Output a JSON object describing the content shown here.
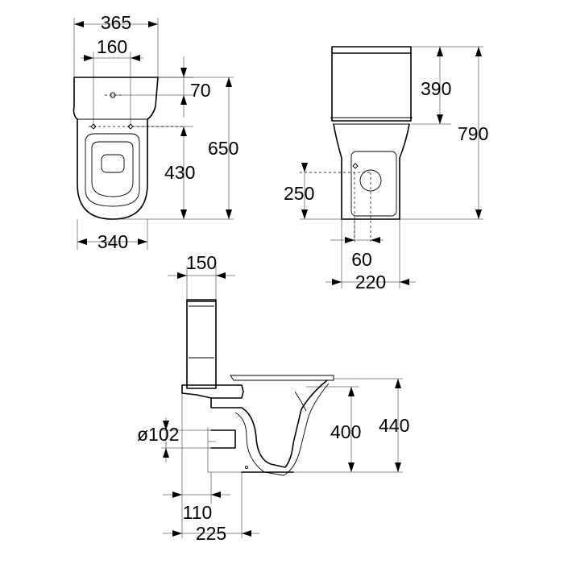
{
  "colors": {
    "line": "#000000",
    "background": "#ffffff"
  },
  "top_view": {
    "dims": {
      "overall_width": "365",
      "bolt_spacing": "160",
      "rear_offset": "70",
      "overall_depth": "650",
      "bolt_to_front": "430",
      "bottom_width": "340"
    }
  },
  "front_view": {
    "dims": {
      "cistern_height": "390",
      "overall_height": "790",
      "inlet_height": "250",
      "inlet_offset": "60",
      "base_width": "220"
    }
  },
  "side_view": {
    "dims": {
      "cistern_depth": "150",
      "outlet_diameter": "ø102",
      "rim_height": "400",
      "seat_height": "440",
      "outlet_center": "110",
      "outlet_to_wall": "225"
    }
  }
}
